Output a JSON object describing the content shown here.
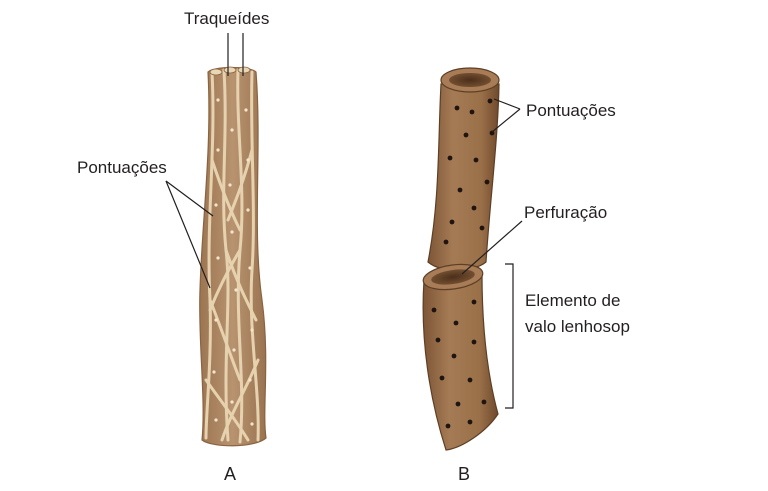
{
  "labels": {
    "tracheids": "Traqueídes",
    "pits_left": "Pontuações",
    "pits_right": "Pontuações",
    "perforation": "Perfuração",
    "vessel_line1": "Elemento de",
    "vessel_line2": "valo lenhosop"
  },
  "panels": {
    "a": "A",
    "b": "B"
  },
  "colors": {
    "tracheid_fill": "#b58e66",
    "tracheid_ridge": "#e2cba6",
    "vessel_fill": "#9b6f4b",
    "vessel_dark": "#6e4a2c",
    "pit": "#1f1410",
    "text": "#231f20"
  }
}
